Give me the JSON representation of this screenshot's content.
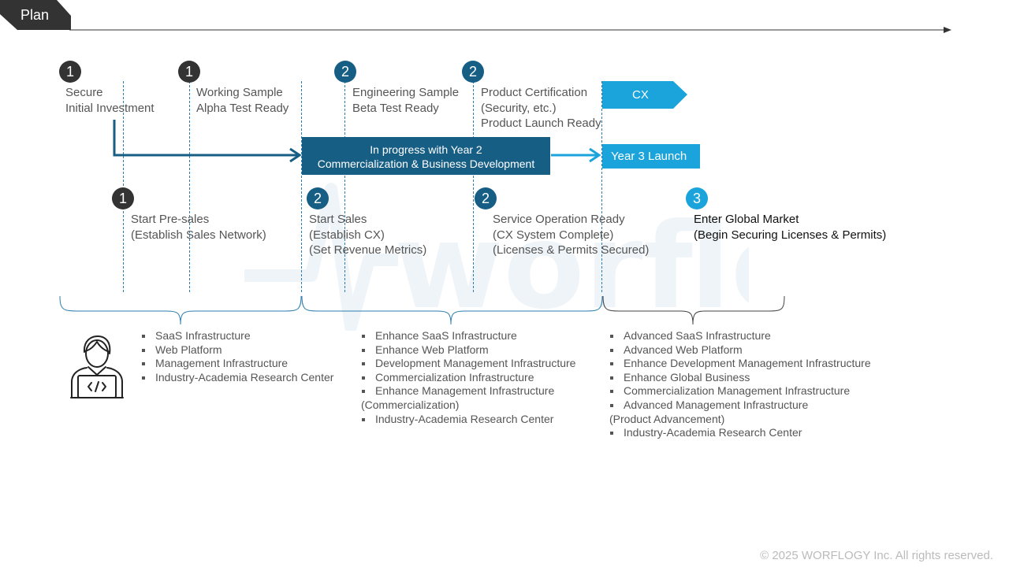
{
  "header": {
    "tag": "Plan"
  },
  "timeline": {
    "top_milestones": [
      {
        "badge": "1",
        "lines": [
          "Secure",
          "Initial Investment"
        ]
      },
      {
        "badge": "1",
        "lines": [
          "Working Sample",
          "Alpha Test Ready"
        ]
      },
      {
        "badge": "2",
        "lines": [
          "Engineering Sample",
          "Beta Test Ready"
        ]
      },
      {
        "badge": "2",
        "lines": [
          "Product Certification",
          "(Security, etc.)",
          "Product Launch Ready"
        ]
      }
    ],
    "bottom_milestones": [
      {
        "badge": "1",
        "lines": [
          "Start Pre-sales",
          "(Establish Sales Network)"
        ]
      },
      {
        "badge": "2",
        "lines": [
          "Start Sales",
          "(Establish CX)",
          "(Set Revenue Metrics)"
        ]
      },
      {
        "badge": "2",
        "lines": [
          "Service Operation Ready",
          "(CX System Complete)",
          "(Licenses & Permits Secured)"
        ]
      },
      {
        "badge": "3",
        "lines": [
          "Enter Global Market",
          "(Begin Securing Licenses & Permits)"
        ]
      }
    ],
    "banner": {
      "lines": [
        "In progress with Year 2",
        "Commercialization & Business Development"
      ]
    },
    "year3_label": "Year 3 Launch",
    "cx_label": "CX"
  },
  "phases": [
    {
      "items": [
        "SaaS Infrastructure",
        "Web Platform",
        "Management Infrastructure",
        "Industry-Academia Research Center"
      ]
    },
    {
      "items": [
        "Enhance SaaS Infrastructure",
        "Enhance Web Platform",
        "Development Management Infrastructure",
        "Commercialization Infrastructure",
        "Enhance Management Infrastructure",
        "(Commercialization)",
        "Industry-Academia Research Center"
      ]
    },
    {
      "items": [
        "Advanced SaaS Infrastructure",
        "Advanced Web Platform",
        "Enhance Development Management Infrastructure",
        "Enhance Global Business",
        "Commercialization Management Infrastructure",
        "Advanced Management Infrastructure",
        "(Product Advancement)",
        "Industry-Academia Research Center"
      ]
    }
  ],
  "icons": {
    "person": "developer-person-icon",
    "code": "code-icon"
  },
  "colors": {
    "dark": "#333333",
    "navy": "#175e85",
    "sky": "#1ba3dc",
    "text": "#555555"
  },
  "watermark": "worflogy",
  "footer": "© 2025 WORFLOGY Inc. All rights reserved."
}
